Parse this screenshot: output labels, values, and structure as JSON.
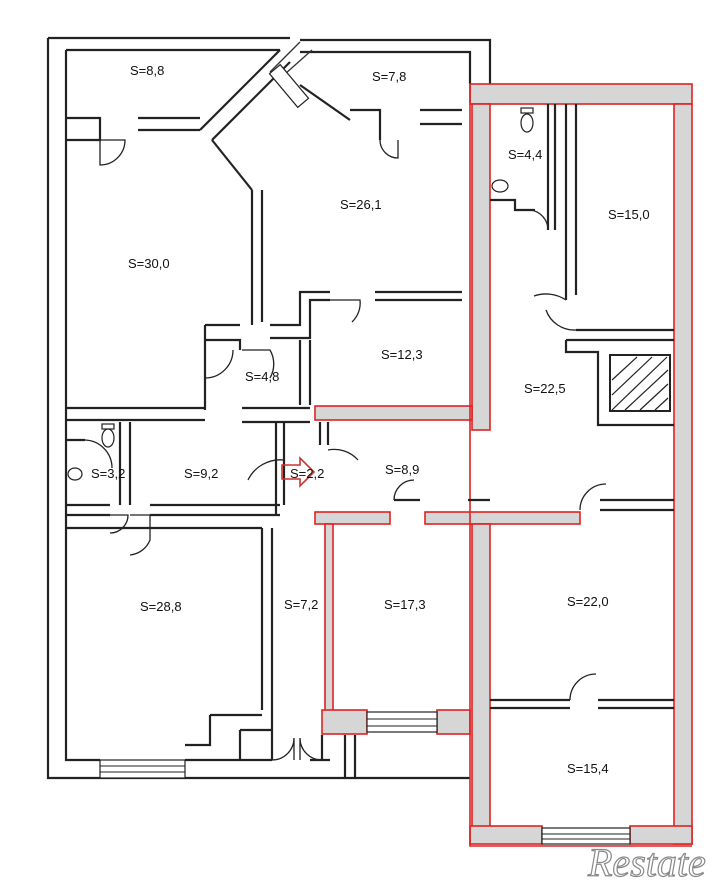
{
  "plan": {
    "rooms": [
      {
        "id": "r1",
        "label": "S=8,8"
      },
      {
        "id": "r2",
        "label": "S=7,8"
      },
      {
        "id": "r3",
        "label": "S=4,4"
      },
      {
        "id": "r4",
        "label": "S=15,0"
      },
      {
        "id": "r5",
        "label": "S=30,0"
      },
      {
        "id": "r6",
        "label": "S=26,1"
      },
      {
        "id": "r7",
        "label": "S=12,3"
      },
      {
        "id": "r8",
        "label": "S=4,8"
      },
      {
        "id": "r9",
        "label": "S=22,5"
      },
      {
        "id": "r10",
        "label": "S=3,2"
      },
      {
        "id": "r11",
        "label": "S=9,2"
      },
      {
        "id": "r12",
        "label": "S=2,2"
      },
      {
        "id": "r13",
        "label": "S=8,9"
      },
      {
        "id": "r14",
        "label": "S=28,8"
      },
      {
        "id": "r15",
        "label": "S=7,2"
      },
      {
        "id": "r16",
        "label": "S=17,3"
      },
      {
        "id": "r17",
        "label": "S=22,0"
      },
      {
        "id": "r18",
        "label": "S=15,4"
      }
    ],
    "watermark": "Restate"
  }
}
